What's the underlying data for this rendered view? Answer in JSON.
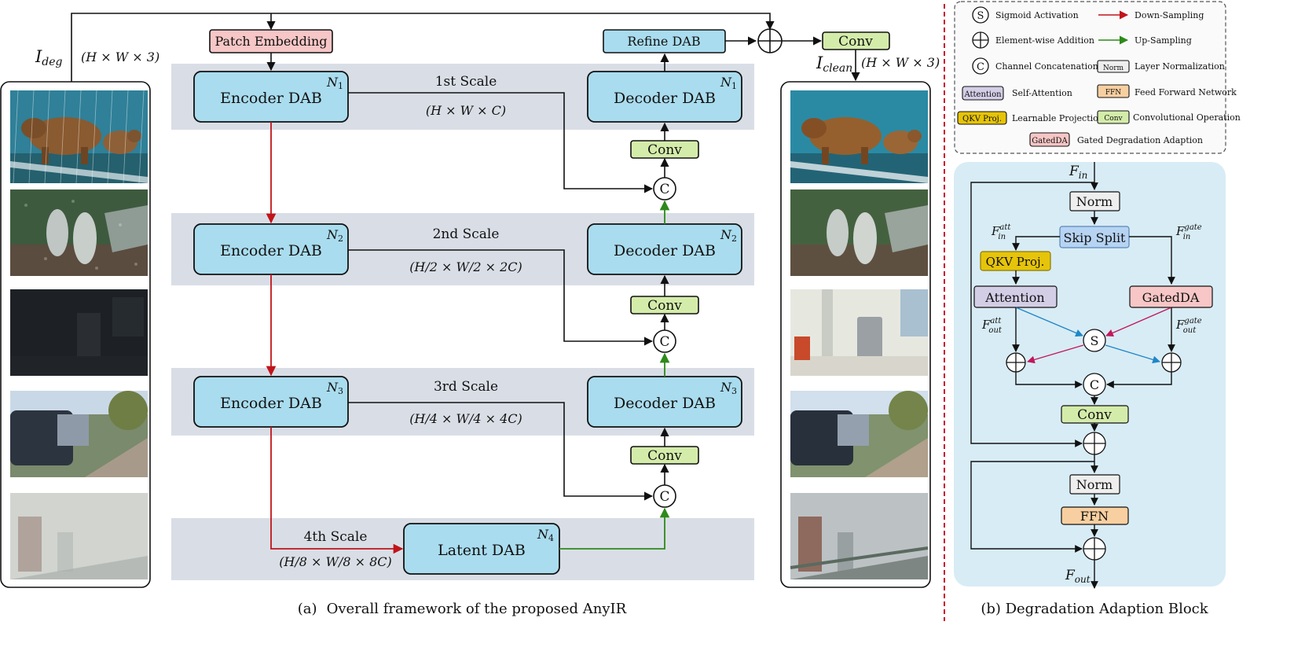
{
  "main": {
    "patch_embedding": "Patch Embedding",
    "refine_dab": "Refine DAB",
    "output_conv": "Conv",
    "input_label": "I",
    "input_sub": "deg",
    "input_dims": "(H × W × 3)",
    "output_label": "I",
    "output_sub": "clean",
    "output_dims": "(H × W × 3)",
    "scales": [
      {
        "name": "1st Scale",
        "dims": "(H × W × C)",
        "encoder": "Encoder DAB",
        "decoder": "Decoder DAB",
        "n": "N",
        "n_sub": "1"
      },
      {
        "name": "2nd Scale",
        "dims": "(H/2 × W/2 × 2C)",
        "encoder": "Encoder DAB",
        "decoder": "Decoder DAB",
        "n": "N",
        "n_sub": "2"
      },
      {
        "name": "3rd Scale",
        "dims": "(H/4 × W/4 × 4C)",
        "encoder": "Encoder DAB",
        "decoder": "Decoder DAB",
        "n": "N",
        "n_sub": "3"
      }
    ],
    "latent": {
      "name": "4th Scale",
      "dims": "(H/8 × W/8 × 8C)",
      "block": "Latent DAB",
      "n": "N",
      "n_sub": "4"
    },
    "conv_label": "Conv",
    "concat_symbol": "C",
    "caption_prefix": "(a)",
    "caption": "Overall framework of the proposed AnyIR"
  },
  "legend": {
    "items": [
      {
        "symbol": "S",
        "text": "Sigmoid Activation"
      },
      {
        "symbol": "+",
        "text": "Element-wise Addition"
      },
      {
        "symbol": "C",
        "text": "Channel  Concatenation"
      },
      {
        "symbol": "Attention",
        "text": "Self-Attention"
      },
      {
        "symbol": "QKV Proj.",
        "text": "Learnable Projection"
      },
      {
        "symbol": "GatedDA",
        "text": "Gated Degradation Adaption"
      },
      {
        "line": "red",
        "text": "Down-Sampling"
      },
      {
        "line": "green",
        "text": "Up-Sampling"
      },
      {
        "symbol": "Norm",
        "text": "Layer Normalization"
      },
      {
        "symbol": "FFN",
        "text": "Feed Forward Network"
      },
      {
        "symbol": "Conv",
        "text": "Convolutional Operation"
      }
    ]
  },
  "block": {
    "f_in": "F",
    "f_in_sub": "in",
    "norm1": "Norm",
    "skip_split": "Skip Split",
    "f_in_att": "F",
    "f_in_att_sup": "att",
    "f_in_att_sub": "in",
    "f_in_gate_sup": "gate",
    "f_in_gate_sub": "in",
    "qkv": "QKV Proj.",
    "attention": "Attention",
    "gatedda": "GatedDA",
    "f_out_att_sup": "att",
    "f_out_att_sub": "out",
    "f_out_gate_sup": "gate",
    "f_out_gate_sub": "out",
    "sigmoid": "S",
    "concat": "C",
    "conv": "Conv",
    "norm2": "Norm",
    "ffn": "FFN",
    "f_out_sub": "out",
    "caption": "(b) Degradation Adaption Block"
  },
  "colors": {
    "dab_fill": "#a9dcee",
    "scale_band": "#d9dee6",
    "patch_fill": "#f7c6c6",
    "conv_fill": "#d4ecaa",
    "norm_fill": "#eeeeee",
    "skip_fill": "#b6d3f2",
    "qkv_fill": "#e6c40a",
    "attention_fill": "#d3cde6",
    "gated_fill": "#f7c6c6",
    "ffn_fill": "#f8cfa0",
    "block_bg": "#d8ecf5",
    "down_arrow": "#c0141a",
    "up_arrow": "#2e8a1a",
    "blue_arrow": "#1f86c8",
    "magenta_arrow": "#c2185b",
    "divider": "#c8102e"
  },
  "images": [
    {
      "name": "bear-rainy",
      "kind": "bear"
    },
    {
      "name": "birds-noisy",
      "kind": "birds"
    },
    {
      "name": "kitchen-dark",
      "kind": "kitchen"
    },
    {
      "name": "street-blurry",
      "kind": "street"
    },
    {
      "name": "city-hazy",
      "kind": "city"
    }
  ]
}
